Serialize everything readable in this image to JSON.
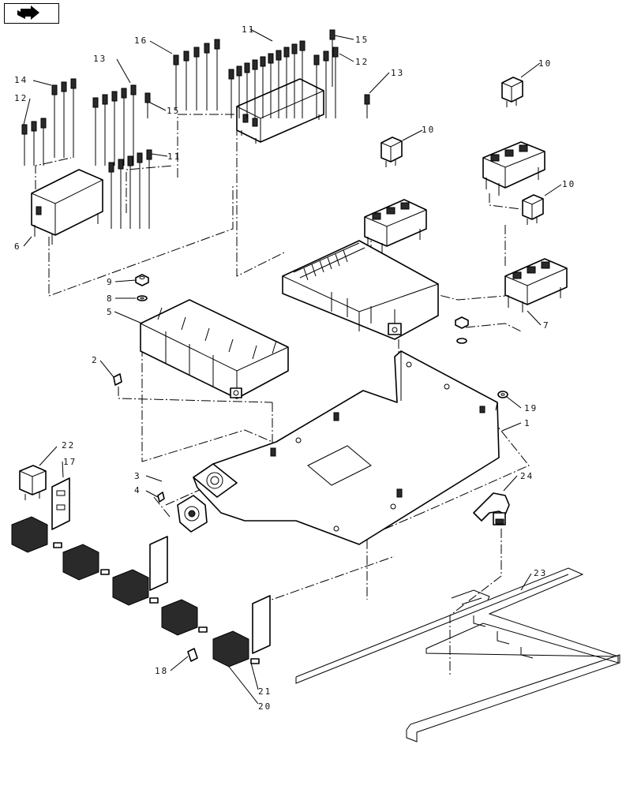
{
  "nav_icon": "arrow-right-icon",
  "callouts": [
    {
      "id": "c1",
      "text": "1"
    },
    {
      "id": "c2",
      "text": "2"
    },
    {
      "id": "c3",
      "text": "3"
    },
    {
      "id": "c4",
      "text": "4"
    },
    {
      "id": "c5",
      "text": "5"
    },
    {
      "id": "c6",
      "text": "6"
    },
    {
      "id": "c7",
      "text": "7"
    },
    {
      "id": "c8",
      "text": "8"
    },
    {
      "id": "c9",
      "text": "9"
    },
    {
      "id": "c10a",
      "text": "10"
    },
    {
      "id": "c10b",
      "text": "10"
    },
    {
      "id": "c10c",
      "text": "10"
    },
    {
      "id": "c11a",
      "text": "11"
    },
    {
      "id": "c11b",
      "text": "11"
    },
    {
      "id": "c12a",
      "text": "12"
    },
    {
      "id": "c12b",
      "text": "12"
    },
    {
      "id": "c13a",
      "text": "13"
    },
    {
      "id": "c13b",
      "text": "13"
    },
    {
      "id": "c14",
      "text": "14"
    },
    {
      "id": "c15a",
      "text": "15"
    },
    {
      "id": "c15b",
      "text": "15"
    },
    {
      "id": "c16",
      "text": "16"
    },
    {
      "id": "c17",
      "text": "17"
    },
    {
      "id": "c18",
      "text": "18"
    },
    {
      "id": "c19",
      "text": "19"
    },
    {
      "id": "c20",
      "text": "20"
    },
    {
      "id": "c21",
      "text": "21"
    },
    {
      "id": "c22",
      "text": "22"
    },
    {
      "id": "c23",
      "text": "23"
    },
    {
      "id": "c24",
      "text": "24"
    }
  ]
}
